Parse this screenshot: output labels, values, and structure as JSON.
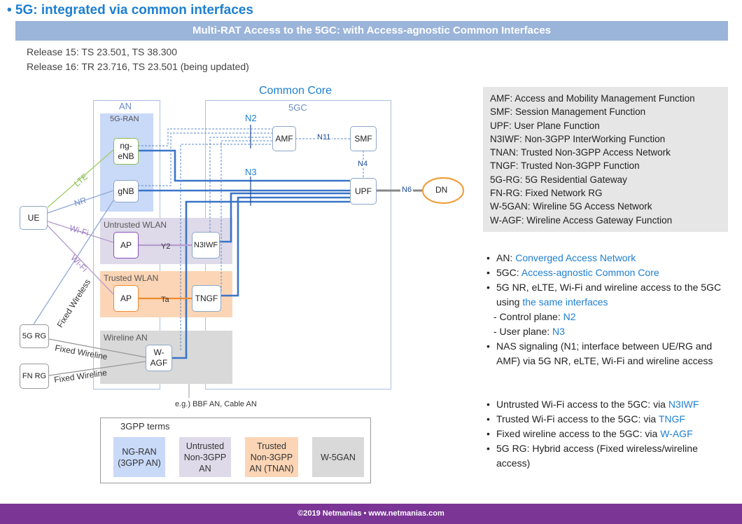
{
  "title": "• 5G: integrated via common interfaces",
  "banner": "Multi-RAT Access to the 5GC: with Access-agnostic Common Interfaces",
  "releases": [
    "Release 15: TS 23.501, TS 38.300",
    "Release 16: TR 23.716, TS 23.501 (being updated)"
  ],
  "diagram": {
    "common_core_title": "Common Core",
    "an_label": "AN",
    "fivegc_label": "5GC",
    "ran_label": "5G-RAN",
    "untrusted_label": "Untrusted WLAN",
    "trusted_label": "Trusted WLAN",
    "wireline_label": "Wireline AN",
    "nodes": {
      "ngenb": "ng-\neNB",
      "gnb": "gNB",
      "ue": "UE",
      "ap_untrusted": "AP",
      "n3iwf": "N3IWF",
      "ap_trusted": "AP",
      "tngf": "TNGF",
      "wagf": "W-\nAGF",
      "rg5g": "5G RG",
      "fnrg": "FN RG",
      "amf": "AMF",
      "smf": "SMF",
      "upf": "UPF",
      "dn": "DN"
    },
    "interfaces": {
      "n2": "N2",
      "n3": "N3",
      "n11": "N11",
      "n4": "N4",
      "n6": "N6",
      "y2": "Y2",
      "ta": "Ta"
    },
    "links": {
      "lte": "LTE",
      "nr": "NR",
      "wifi1": "Wi-Fi",
      "wifi2": "Wi-Fi",
      "fixed_wireless": "Fixed Wireless",
      "fixed_wireline1": "Fixed Wireline",
      "fixed_wireline2": "Fixed Wireline"
    },
    "wireline_note": "e.g.) BBF AN, Cable AN",
    "terms_title": "3GPP terms",
    "terms": [
      "NG-RAN\n(3GPP AN)",
      "Untrusted\nNon-3GPP\nAN",
      "Trusted\nNon-3GPP\nAN (TNAN)",
      "W-5GAN"
    ],
    "colors": {
      "ran": "#c9d9f8",
      "untrusted": "#dedae9",
      "trusted": "#fbd5b5",
      "wireline": "#d9d9d9",
      "line_blue": "#3a74c8",
      "dn_orange": "#f0a040"
    }
  },
  "legend": [
    "AMF: Access and Mobility Management Function",
    "SMF: Session Management Function",
    "UPF: User Plane Function",
    "N3IWF: Non-3GPP InterWorking Function",
    "TNAN: Trusted Non-3GPP Access Network",
    "TNGF: Trusted Non-3GPP Function",
    "5G-RG: 5G Residential Gateway",
    "FN-RG: Fixed Network RG",
    "W-5GAN: Wireline 5G Access Network",
    "W-AGF: Wireline Access Gateway Function"
  ],
  "bullets1": {
    "an_prefix": "AN: ",
    "an_value": "Converged Access Network",
    "core_prefix": "5GC: ",
    "core_value": "Access-agnostic Common Core",
    "access_text": "5G NR, eLTE, Wi-Fi and wireline access to the 5GC using ",
    "access_value": "the same interfaces",
    "cp_prefix": "- Control plane: ",
    "cp_value": "N2",
    "up_prefix": "- User plane: ",
    "up_value": "N3",
    "nas_text": "NAS signaling (N1; interface between UE/RG and AMF) via 5G NR, eLTE, Wi-Fi and wireline access"
  },
  "bullets2": {
    "untrusted_prefix": "Untrusted Wi-Fi access to the 5GC: via ",
    "untrusted_value": "N3IWF",
    "trusted_prefix": "Trusted Wi-Fi access to the 5GC: via ",
    "trusted_value": "TNGF",
    "fixed_prefix": "Fixed wireline access to the 5GC: via ",
    "fixed_value": "W-AGF",
    "rg_text": "5G RG: Hybrid access (Fixed wireless/wireline access)"
  },
  "footer": "©2019 Netmanias • www.netmanias.com"
}
